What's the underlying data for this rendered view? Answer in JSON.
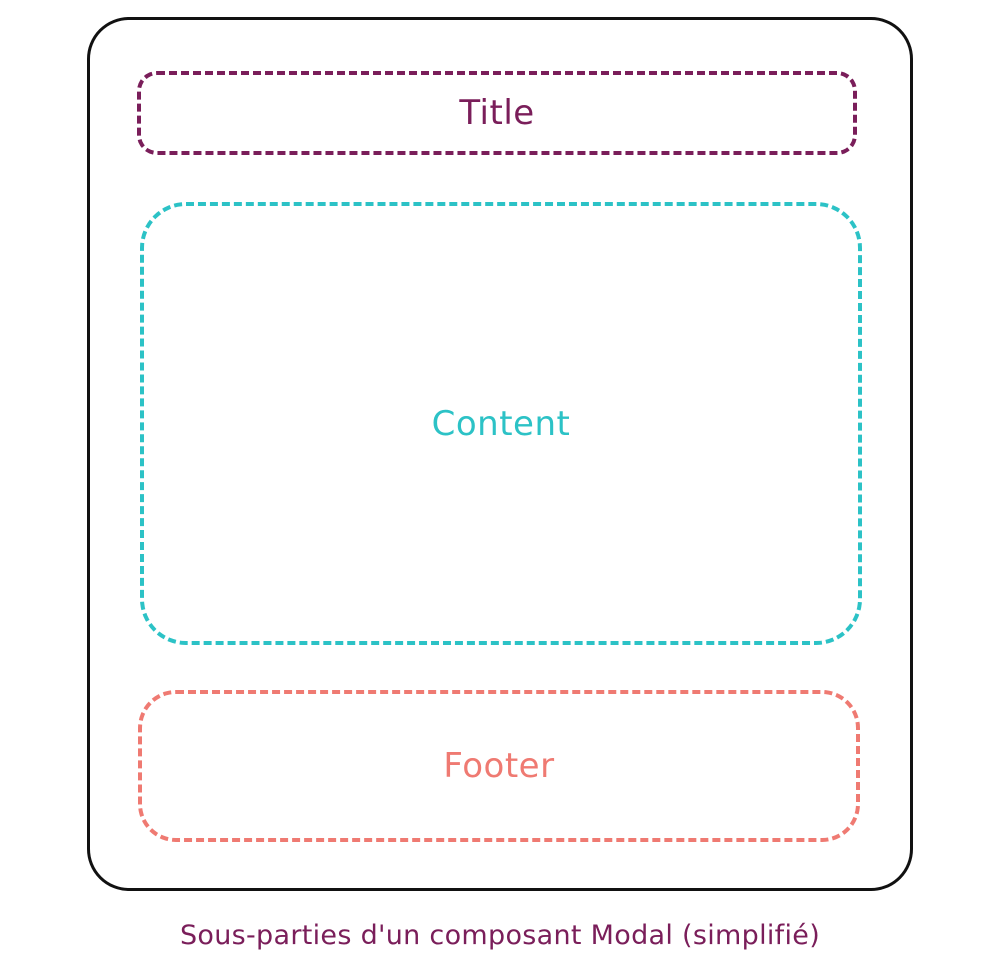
{
  "colors": {
    "frame": "#111111",
    "title": "#7a1e5a",
    "content": "#2cc2c6",
    "footer": "#ef7a72",
    "caption": "#7a1e5a",
    "background": "#ffffff"
  },
  "regions": {
    "title": {
      "label": "Title"
    },
    "content": {
      "label": "Content"
    },
    "footer": {
      "label": "Footer"
    }
  },
  "caption": "Sous-parties d'un composant Modal (simplifié)"
}
